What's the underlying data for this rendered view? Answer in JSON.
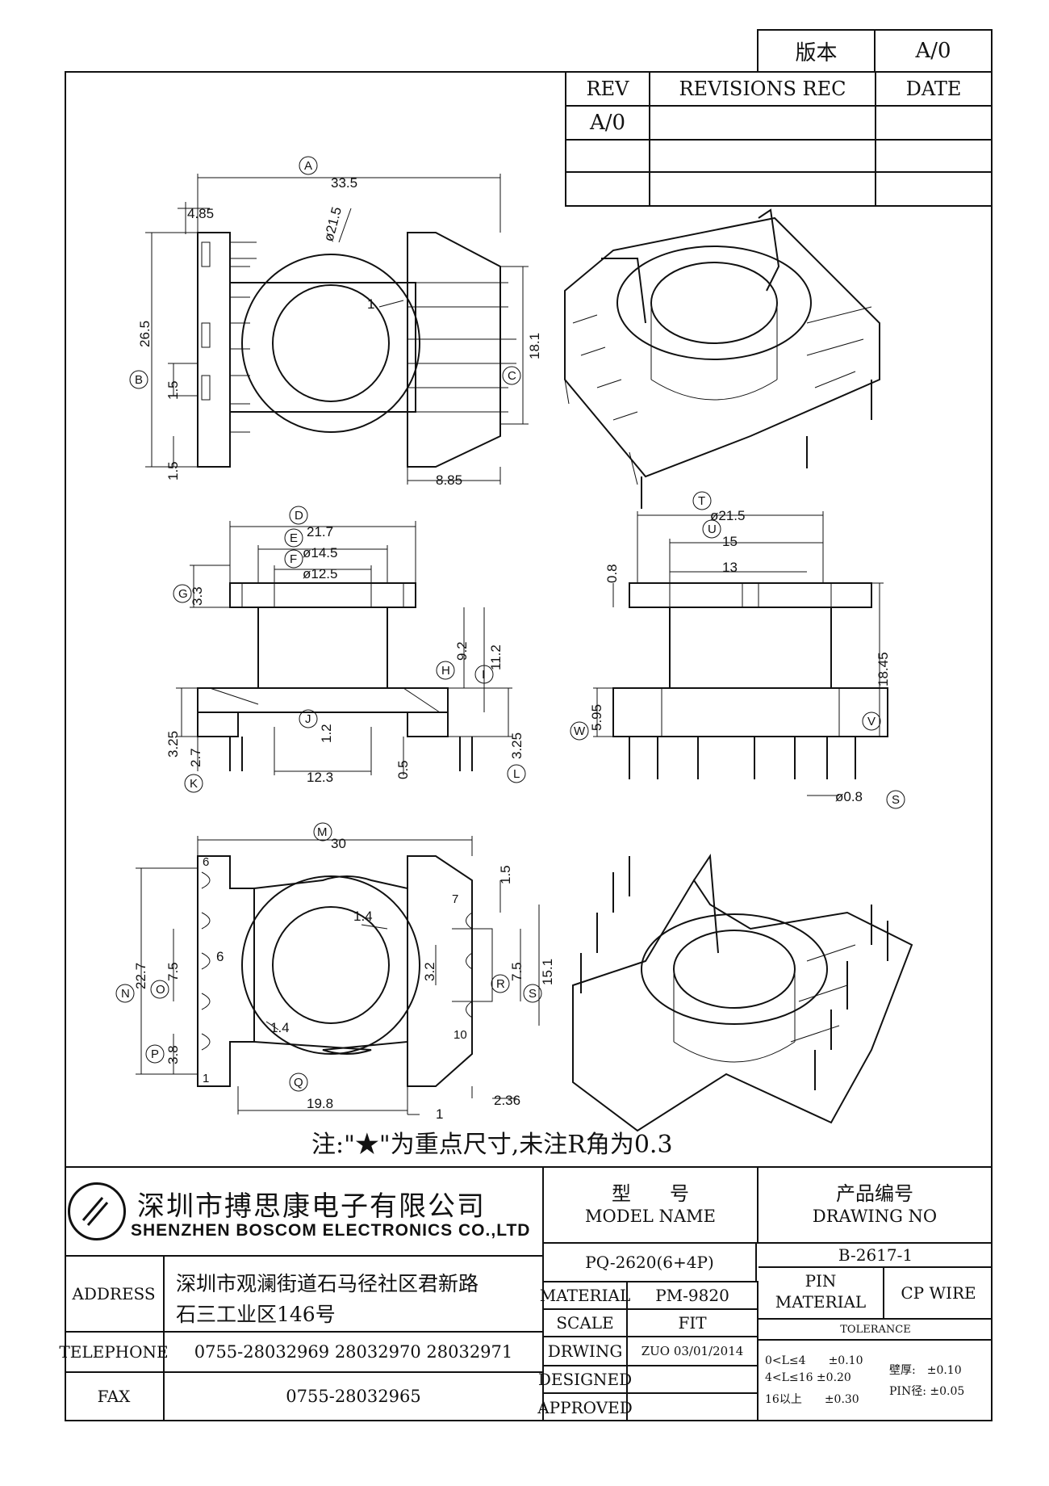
{
  "top_box": {
    "label": "版本",
    "value": "A/0"
  },
  "revisions": {
    "headers": [
      "REV",
      "REVISIONS REC",
      "DATE"
    ],
    "rows": [
      [
        "A/0",
        "",
        ""
      ],
      [
        "",
        "",
        ""
      ],
      [
        "",
        "",
        ""
      ]
    ]
  },
  "dimensions": {
    "top_view": {
      "A": "33.5",
      "w1": "4.85",
      "dia": "ø21.5",
      "one": "1",
      "B": "26.5",
      "p1": "1.5",
      "p2": "1.5",
      "C": "18.1",
      "w2": "8.85"
    },
    "front_view": {
      "D": "21.7",
      "E": "ø14.5",
      "F": "ø12.5",
      "G": "3.3",
      "H": "9.2",
      "I": "11.2",
      "J": "1.2",
      "K": "2.7",
      "h1": "3.25",
      "L": "3.25",
      "w": "12.3",
      "p": "0.5"
    },
    "side_view": {
      "T": "ø21.5",
      "U": "15",
      "u2": "13",
      "top": "0.8",
      "V": "18.45",
      "W": "5.95",
      "S": "ø0.8"
    },
    "bottom_view": {
      "M": "30",
      "N": "22.7",
      "O": "7.5",
      "O2": "6",
      "P": "3.8",
      "Q": "19.8",
      "q1": "1",
      "d1": "1.4",
      "d2": "1.4",
      "r1": "1.5",
      "r2": "3.2",
      "R": "7.5",
      "S": "15.1",
      "r3": "2.36"
    },
    "pins": {
      "p6": "6",
      "p1": "1",
      "p7": "7",
      "p10": "10"
    }
  },
  "circle_labels": {
    "A": "A",
    "B": "B",
    "C": "C",
    "D": "D",
    "E": "E",
    "F": "F",
    "G": "G",
    "H": "H",
    "I": "I",
    "J": "J",
    "K": "K",
    "L": "L",
    "M": "M",
    "N": "N",
    "O": "O",
    "P": "P",
    "Q": "Q",
    "R": "R",
    "S": "S",
    "T": "T",
    "U": "U",
    "V": "V",
    "W": "W",
    "S2": "S"
  },
  "note": "注:\"★\"为重点尺寸,未注R角为0.3",
  "company": {
    "name_cn": "深圳市搏思康电子有限公司",
    "name_en": "SHENZHEN BOSCOM ELECTRONICS CO.,LTD"
  },
  "info": {
    "address_label": "ADDRESS",
    "address_1": "深圳市观澜街道石马径社区君新路",
    "address_2": "石三工业区146号",
    "telephone_label": "TELEPHONE",
    "telephone": "0755-28032969 28032970 28032971",
    "fax_label": "FAX",
    "fax": "0755-28032965"
  },
  "title_block": {
    "model_cn": "型　　号",
    "model_en": "MODEL NAME",
    "model_value": "PQ-2620(6+4P)",
    "drawing_cn": "产品编号",
    "drawing_en": "DRAWING NO",
    "drawing_value": "B-2617-1",
    "material_label": "MATERIAL",
    "material_value": "PM-9820",
    "scale_label": "SCALE",
    "scale_value": "FIT",
    "drwing_label": "DRWING",
    "drwing_value": "ZUO 03/01/2014",
    "designed_label": "DESIGNED",
    "approved_label": "APPROVED",
    "pin_material_1": "PIN",
    "pin_material_2": "MATERIAL",
    "pin_material_value": "CP WIRE",
    "tolerance_label": "TOLERANCE",
    "tol_1": "0<L≤4　　±0.10",
    "tol_2": "4<L≤16 ±0.20",
    "tol_3": "16以上　　±0.30",
    "tol_4": "壁厚:　±0.10",
    "tol_5": "PIN径: ±0.05"
  }
}
